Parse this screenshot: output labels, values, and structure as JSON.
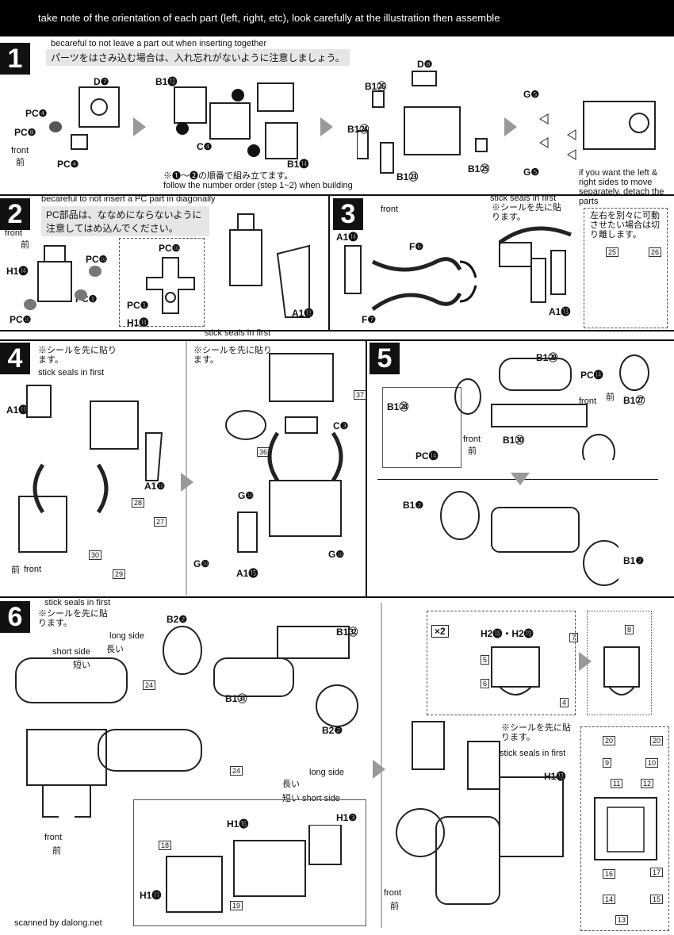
{
  "banner": "take note of the orientation of each part (left, right, etc), look carefully at the illustration then assemble",
  "steps": [
    {
      "num": "1",
      "note_en": "becareful to not leave a part out when inserting together",
      "note_jp": "パーツをはさみ込む場合は、入れ忘れがないように注意しましょう。",
      "order_jp": "※❶～❷の順番で組み立てます。",
      "order_en": "follow the number order (step 1~2) when building",
      "labels": [
        "PC❹",
        "D❼",
        "PC❽",
        "front",
        "前",
        "PC❹",
        "B1⓭",
        "C❹",
        "B1⓮",
        "D❽",
        "B1㉖",
        "B1㉔",
        "B1㉓",
        "B1㉕",
        "G❺",
        "G❺"
      ],
      "side_note": "if you want the left & right sides to move separately, detach the parts"
    },
    {
      "num": "2",
      "note_en": "becareful to not insert a PC part in diagonally",
      "note_jp": "PC部品は、ななめにならないように注意してはめ込んでください。",
      "labels": [
        "front",
        "前",
        "PC❿",
        "H1⓮",
        "PC❶",
        "PC❿",
        "PC❿",
        "PC❶",
        "H1⓮",
        "A1⓬"
      ],
      "stick": "stick seals in first"
    },
    {
      "num": "3",
      "labels": [
        "front",
        "A1⓮",
        "F❻",
        "F❼",
        "A1⓭"
      ],
      "stick": "stick seals in first",
      "stick_jp": "※シールを先に貼ります。",
      "sep_jp": "左右を別々に可動させたい場合は切り離します。",
      "stickers": [
        "25",
        "26"
      ]
    },
    {
      "num": "4",
      "stick": "stick seals in first",
      "stick_jp": "※シールを先に貼ります。",
      "labels": [
        "A1⓫",
        "A1❿",
        "前",
        "front",
        "C❸",
        "G❿",
        "G❿",
        "G❿",
        "A1⓯"
      ],
      "stickers": [
        "28",
        "27",
        "30",
        "29",
        "37",
        "36"
      ]
    },
    {
      "num": "5",
      "labels": [
        "B1㉙",
        "PC⓮",
        "前",
        "front",
        "B1㉗",
        "B1㉘",
        "B1㉚",
        "PC⓮",
        "B1❷",
        "B1❷"
      ]
    },
    {
      "num": "6",
      "stick": "stick seals in first",
      "stick_jp": "※シールを先に貼ります。",
      "labels": [
        "long side",
        "長い",
        "short side",
        "短い",
        "B2❷",
        "B1㉜",
        "B1㉛",
        "B2❷",
        "long side",
        "長い",
        "短い short side",
        "H1⓰",
        "H1❸",
        "H1⓫",
        "front",
        "前",
        "H2⓲・H2⓳",
        "H1⓭",
        "front",
        "前"
      ],
      "stickers": [
        "24",
        "24",
        "18",
        "19",
        "7",
        "5",
        "6",
        "4",
        "8",
        "20",
        "20",
        "9",
        "10",
        "11",
        "12",
        "16",
        "17",
        "14",
        "15",
        "13"
      ],
      "x2": "×2"
    }
  ],
  "footer": "scanned by dalong.net"
}
